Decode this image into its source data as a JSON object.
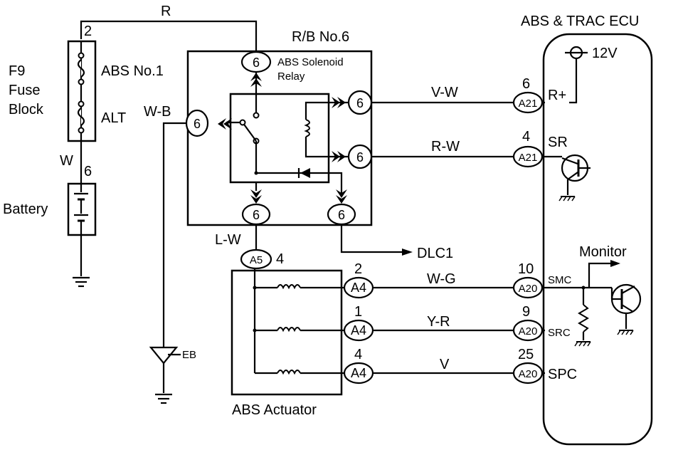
{
  "ecu": {
    "title": "ABS & TRAC ECU",
    "supply": "12V",
    "terminals": {
      "r_plus": "R+",
      "sr": "SR",
      "smc": "SMC",
      "src": "SRC",
      "spc": "SPC"
    },
    "monitor_label": "Monitor"
  },
  "relay_block": {
    "title": "R/B No.6",
    "relay_name": "ABS Solenoid",
    "relay_name2": "Relay",
    "pin": "6"
  },
  "fuse_block": {
    "line1": "F9",
    "line2": "Fuse",
    "line3": "Block",
    "fuse_top": "ABS No.1",
    "fuse_bottom": "ALT",
    "pin_top": "2",
    "pin_bottom": "6"
  },
  "battery": {
    "label": "Battery"
  },
  "actuator": {
    "label": "ABS Actuator"
  },
  "ground_label": "EB",
  "dlc": "DLC1",
  "wires": {
    "r": "R",
    "w": "W",
    "wb": "W-B",
    "lw": "L-W",
    "vw": "V-W",
    "rw": "R-W",
    "wg": "W-G",
    "yr": "Y-R",
    "v": "V"
  },
  "connectors": {
    "a21": "A21",
    "a20": "A20",
    "a4": "A4",
    "a5": "A5"
  },
  "pins": {
    "a21_rplus": "6",
    "a21_sr": "4",
    "a20_smc": "10",
    "a20_src": "9",
    "a20_spc": "25",
    "a4_1": "2",
    "a4_2": "1",
    "a4_3": "4",
    "a5": "4"
  }
}
